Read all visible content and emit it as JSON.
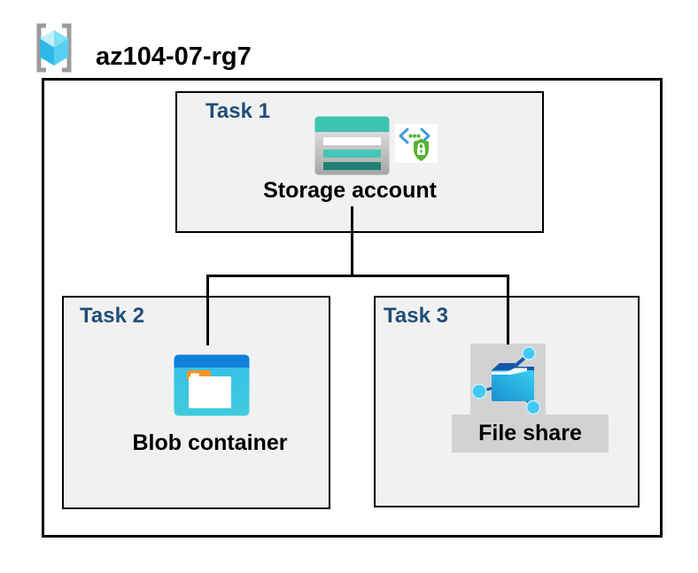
{
  "resource_group": {
    "name": "az104-07-rg7",
    "icon": "resource-group-icon"
  },
  "tasks": [
    {
      "label": "Task 1",
      "item": "Storage account",
      "icons": [
        "storage-account-icon",
        "sas-security-icon"
      ]
    },
    {
      "label": "Task 2",
      "item": "Blob container",
      "icons": [
        "blob-container-icon"
      ]
    },
    {
      "label": "Task 3",
      "item": "File share",
      "icons": [
        "file-share-icon"
      ]
    }
  ],
  "connections": [
    {
      "from": "Storage account",
      "to": "Blob container"
    },
    {
      "from": "Storage account",
      "to": "File share"
    }
  ],
  "colors": {
    "task_label_blue": "#1F4E79",
    "box_fill_gray": "#F1F1F1",
    "border_black": "#000000",
    "storage_teal": "#3EC3B2",
    "storage_teal_dark": "#208074",
    "blob_header_blue": "#1080D8",
    "blob_body_cyan": "#38C1E8",
    "blob_tab_orange": "#F79428",
    "fileshare_bg_gray": "#D2D2D2",
    "fileshare_flap_navy": "#1757A6",
    "node_cyan": "#41C8F4",
    "shield_green": "#55B22F",
    "code_bracket_blue": "#3E9BDC",
    "rg_bracket_gray": "#9B9B9B",
    "cube_cyan": "#58CFF2"
  }
}
